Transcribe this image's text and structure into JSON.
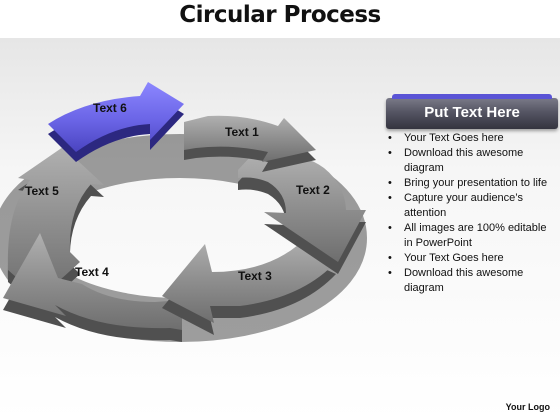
{
  "title": "Circular Process",
  "steps": [
    {
      "label": "Text 1",
      "color": "#8e8e8e"
    },
    {
      "label": "Text 2",
      "color": "#8e8e8e"
    },
    {
      "label": "Text 3",
      "color": "#8e8e8e"
    },
    {
      "label": "Text 4",
      "color": "#8e8e8e"
    },
    {
      "label": "Text 5",
      "color": "#8e8e8e"
    },
    {
      "label": "Text 6",
      "color": "#6a64e6"
    }
  ],
  "panel": {
    "title": "Put Text Here",
    "bullets": [
      "Your Text Goes here",
      "Download this awesome diagram",
      "Bring your presentation to life",
      "Capture your audience’s attention",
      "All images are 100% editable in PowerPoint",
      "Your Text Goes here",
      "Download this awesome diagram"
    ]
  },
  "footer": {
    "logo": "Your Logo"
  },
  "colors": {
    "highlight": "#6a64e6",
    "arrow": "#8e8e8e",
    "header": "#45454f"
  }
}
